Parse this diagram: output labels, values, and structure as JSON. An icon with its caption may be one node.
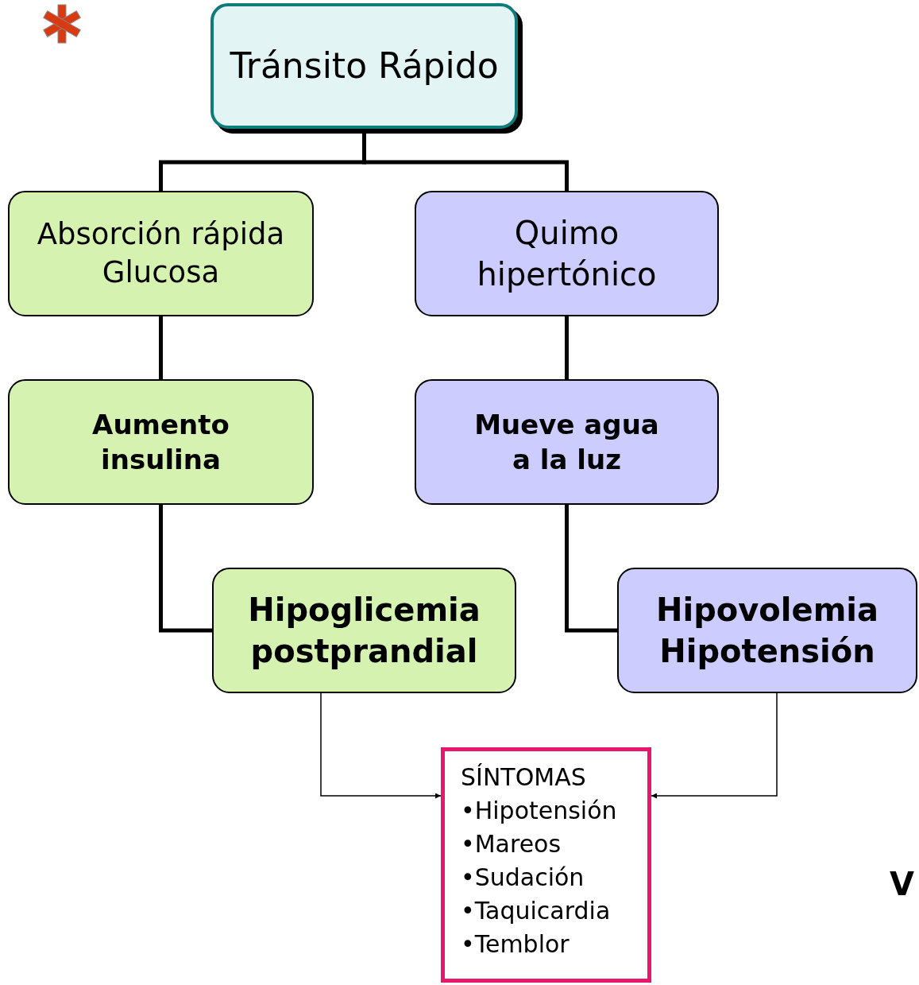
{
  "diagram": {
    "nodes": [
      {
        "text": [
          "Tránsito Rápido"
        ]
      },
      {
        "text": [
          "Absorción rápida Glucosa"
        ]
      },
      {
        "text": [
          "Quimo hipertónico"
        ]
      },
      {
        "text": [
          "Aumento insulina"
        ]
      },
      {
        "text": [
          "Mueve agua a la luz"
        ]
      },
      {
        "text": [
          "Hipoglicemia postprandial"
        ]
      },
      {
        "text": [
          "Hipovolemia Hipotensión"
        ]
      },
      {
        "text": [
          "SÍNTOMAS",
          "•Hipotensión",
          "•Mareos",
          "•Sudación",
          "•Taquicardia",
          "•Temblor"
        ]
      }
    ],
    "edges": [
      {
        "from": 0,
        "to": 1,
        "arrow": "none"
      },
      {
        "from": 0,
        "to": 2,
        "arrow": "none"
      },
      {
        "from": 1,
        "to": 3,
        "arrow": "none"
      },
      {
        "from": 2,
        "to": 4,
        "arrow": "none"
      },
      {
        "from": 3,
        "to": 5,
        "arrow": "none"
      },
      {
        "from": 4,
        "to": 6,
        "arrow": "none"
      },
      {
        "from": 5,
        "to": 7,
        "arrow": "to"
      },
      {
        "from": 6,
        "to": 7,
        "arrow": "to"
      }
    ],
    "labels": [
      "V"
    ]
  }
}
